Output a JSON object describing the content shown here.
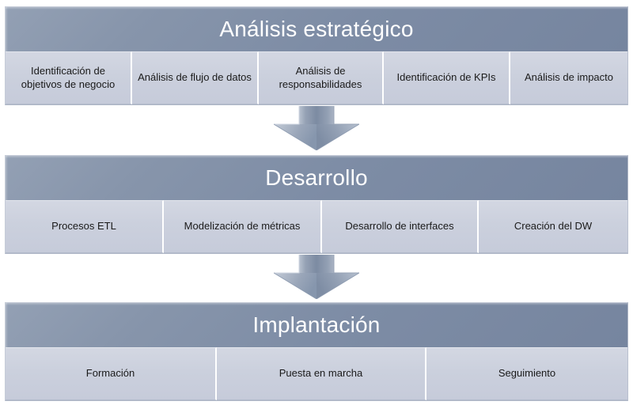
{
  "diagram": {
    "type": "process-flow",
    "orientation": "vertical",
    "colors": {
      "header_background": "#7d8ca5",
      "header_text": "#ffffff",
      "item_background": "#cdd1de",
      "item_text": "#1a1a1a",
      "arrow_fill": "#8d9bb0",
      "page_background": "#ffffff"
    },
    "sections": [
      {
        "title": "Análisis estratégico",
        "items": [
          "Identificación de objetivos de negocio",
          "Análisis de flujo de datos",
          "Análisis de responsabilidades",
          "Identificación de KPIs",
          "Análisis de impacto"
        ]
      },
      {
        "title": "Desarrollo",
        "items": [
          "Procesos ETL",
          "Modelización de métricas",
          "Desarrollo de interfaces",
          "Creación del DW"
        ]
      },
      {
        "title": "Implantación",
        "items": [
          "Formación",
          "Puesta en marcha",
          "Seguimiento"
        ]
      }
    ],
    "connectors": [
      {
        "name": "arrow-analisis-to-desarrollo",
        "direction": "down"
      },
      {
        "name": "arrow-desarrollo-to-implantacion",
        "direction": "down"
      }
    ]
  }
}
